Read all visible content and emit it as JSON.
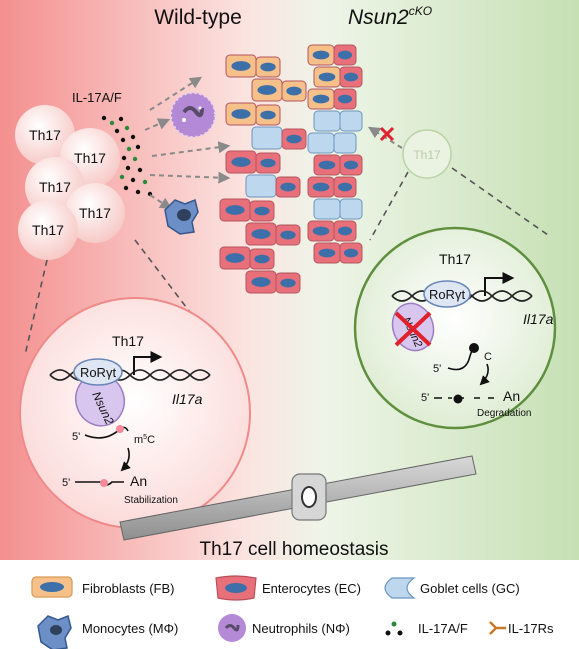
{
  "panels": {
    "left_title": "Wild-type",
    "right_title": "Nsun2",
    "right_title_sup": "cKO"
  },
  "left": {
    "cytokine_label": "IL-17A/F",
    "th17_cells": [
      "Th17",
      "Th17",
      "Th17",
      "Th17",
      "Th17"
    ]
  },
  "right": {
    "th17_cell": "Th17"
  },
  "wt_inset": {
    "title": "Th17",
    "tf": "RoRγt",
    "enzyme": "Nsun2",
    "gene": "Il17a",
    "five_prime_top": "5'",
    "mod": "m",
    "mod_sup": "5",
    "mod_tail": "C",
    "five_prime_bottom": "5'",
    "polya": "An",
    "outcome": "Stabilization"
  },
  "ko_inset": {
    "title": "Th17",
    "tf": "RoRγt",
    "enzyme": "Nsun2",
    "gene": "Il17a",
    "five_prime_top": "5'",
    "base": "C",
    "five_prime_bottom": "5'",
    "polya": "An",
    "outcome": "Degradation"
  },
  "balance_label": "Th17 cell homeostasis",
  "legend": {
    "row1": [
      "Fibroblasts (FB)",
      "Enterocytes (EC)",
      "Goblet cells (GC)"
    ],
    "row2": [
      "Monocytes (MΦ)",
      "Neutrophils (NΦ)",
      "IL-17A/F",
      "IL-17Rs"
    ]
  },
  "colors": {
    "wt_bg": "#f7a3a3",
    "ko_bg": "#cfe6c0",
    "enterocyte": "#e8707a",
    "fibroblast": "#f5c08a",
    "goblet": "#bcd7ee",
    "nucleus": "#3d6fa8",
    "neutrophil": "#b48ad6",
    "monocyte": "#4a6fa8",
    "ko_ring": "#6a9a4a",
    "wt_ring": "#f08080",
    "block_mark": "#e0202a"
  }
}
